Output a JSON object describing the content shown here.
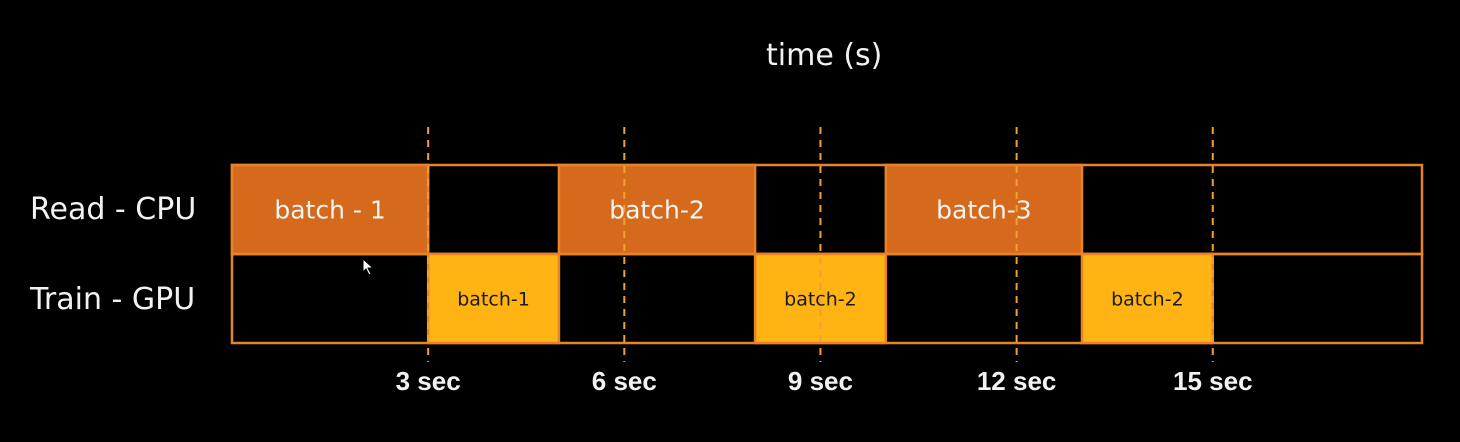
{
  "title": "time (s)",
  "rows": [
    {
      "label": "Read - CPU"
    },
    {
      "label": "Train - GPU"
    }
  ],
  "colors": {
    "background": "#000000",
    "frame": "#e8832a",
    "cpu_block": "#d56a1c",
    "gpu_block": "#ffb414",
    "guide": "#f0a030",
    "text": "#f2f2f2"
  },
  "timeline": {
    "start": 0,
    "end": 18.2,
    "ticks": [
      {
        "value": 3,
        "label": "3 sec"
      },
      {
        "value": 6,
        "label": "6 sec"
      },
      {
        "value": 9,
        "label": "9 sec"
      },
      {
        "value": 12,
        "label": "12 sec"
      },
      {
        "value": 15,
        "label": "15 sec"
      }
    ]
  },
  "blocks": [
    {
      "row": 0,
      "start": 0,
      "end": 3,
      "label": "batch - 1"
    },
    {
      "row": 0,
      "start": 5,
      "end": 8,
      "label": "batch-2"
    },
    {
      "row": 0,
      "start": 10,
      "end": 13,
      "label": "batch-3"
    },
    {
      "row": 1,
      "start": 3,
      "end": 5,
      "label": "batch-1"
    },
    {
      "row": 1,
      "start": 8,
      "end": 10,
      "label": "batch-2"
    },
    {
      "row": 1,
      "start": 13,
      "end": 15,
      "label": "batch-2"
    }
  ]
}
